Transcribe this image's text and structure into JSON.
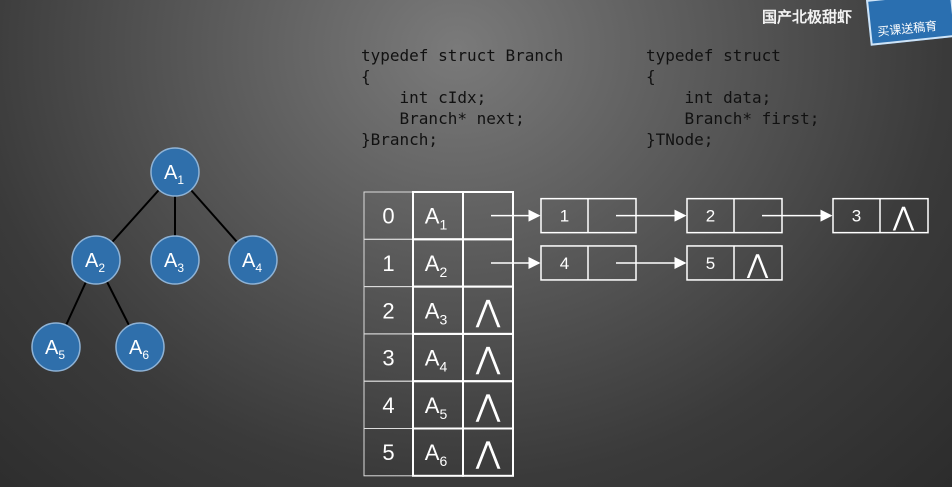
{
  "watermark": {
    "text": "国产北极甜虾",
    "sticker_text": "买课送稿育"
  },
  "code": {
    "branch": [
      "typedef struct Branch",
      "{",
      "    int cIdx;",
      "    Branch* next;",
      "}Branch;"
    ],
    "tnode": [
      "typedef struct",
      "{",
      "    int data;",
      "    Branch* first;",
      "}TNode;"
    ]
  },
  "tree": {
    "nodes": [
      {
        "id": "n1",
        "letter": "A",
        "sub": "1"
      },
      {
        "id": "n2",
        "letter": "A",
        "sub": "2"
      },
      {
        "id": "n3",
        "letter": "A",
        "sub": "3"
      },
      {
        "id": "n4",
        "letter": "A",
        "sub": "4"
      },
      {
        "id": "n5",
        "letter": "A",
        "sub": "5"
      },
      {
        "id": "n6",
        "letter": "A",
        "sub": "6"
      }
    ],
    "edges": [
      [
        "n1",
        "n2"
      ],
      [
        "n1",
        "n3"
      ],
      [
        "n1",
        "n4"
      ],
      [
        "n2",
        "n5"
      ],
      [
        "n2",
        "n6"
      ]
    ]
  },
  "table": {
    "rows": [
      {
        "index": "0",
        "letter": "A",
        "sub": "1",
        "null": false,
        "chain": [
          "1",
          "2",
          "3"
        ]
      },
      {
        "index": "1",
        "letter": "A",
        "sub": "2",
        "null": false,
        "chain": [
          "4",
          "5"
        ]
      },
      {
        "index": "2",
        "letter": "A",
        "sub": "3",
        "null": true,
        "chain": []
      },
      {
        "index": "3",
        "letter": "A",
        "sub": "4",
        "null": true,
        "chain": []
      },
      {
        "index": "4",
        "letter": "A",
        "sub": "5",
        "null": true,
        "chain": []
      },
      {
        "index": "5",
        "letter": "A",
        "sub": "6",
        "null": true,
        "chain": []
      }
    ],
    "null_symbol": "⋀"
  },
  "colors": {
    "node_fill": "#2f6fab",
    "node_stroke": "#8fb3d6",
    "line": "#000000",
    "grid": "#ffffff"
  }
}
